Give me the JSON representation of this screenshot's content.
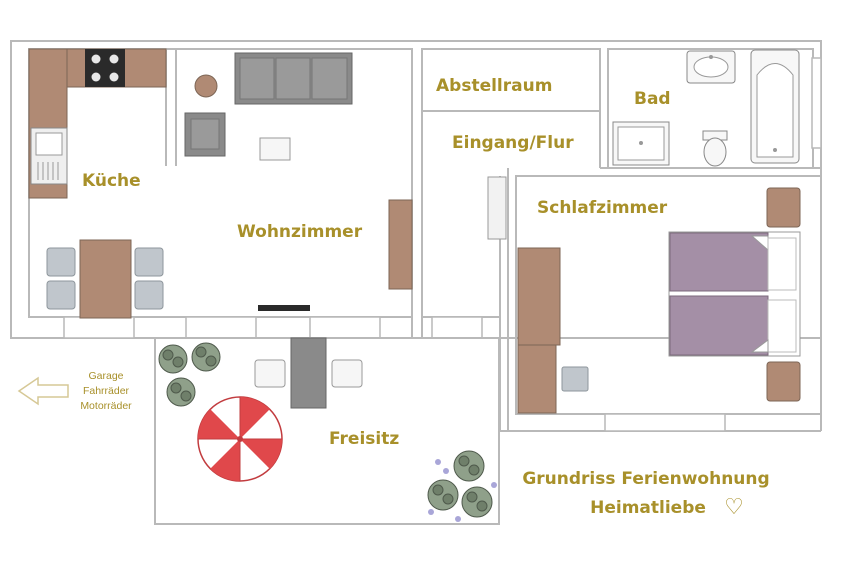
{
  "rooms": {
    "kueche": "Küche",
    "wohnzimmer": "Wohnzimmer",
    "abstellraum": "Abstellraum",
    "eingang": "Eingang/Flur",
    "bad": "Bad",
    "schlafzimmer": "Schlafzimmer",
    "freisitz": "Freisitz"
  },
  "garage_note": {
    "line1": "Garage",
    "line2": "Fahrräder",
    "line3": "Motorräder"
  },
  "title": {
    "line1": "Grundriss Ferienwohnung",
    "line2": "Heimatliebe",
    "heart": "♡"
  },
  "colors": {
    "label": "#a8902a",
    "wall": "#b9b9b9",
    "wood": "#b08a74",
    "bed": "#a48fa6",
    "sofa": "#8a8a8a",
    "chair": "#c0c6cc",
    "stove": "#2a2a2a",
    "umbrella": "#e0484b",
    "plant": "#6f7f6a",
    "flower": "#a9a6d8",
    "arrow": "#d6c896"
  }
}
